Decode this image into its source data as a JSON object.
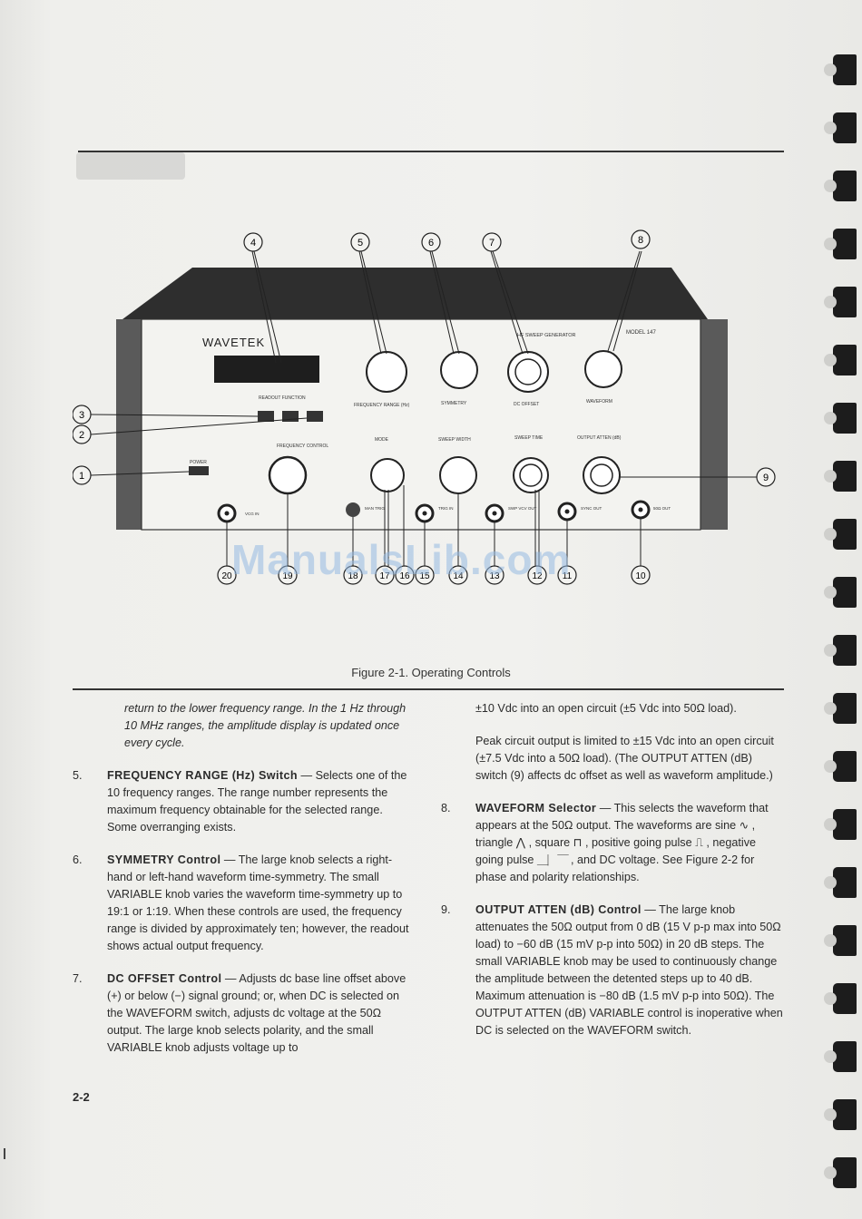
{
  "figure": {
    "caption": "Figure 2-1. Operating Controls",
    "brand": "WAVETEK",
    "model": "MODEL 147",
    "generator_title": "HF SWEEP GENERATOR",
    "callouts": [
      "4",
      "5",
      "6",
      "7",
      "8",
      "3",
      "2",
      "1",
      "9",
      "20",
      "19",
      "18",
      "17",
      "16",
      "15",
      "14",
      "13",
      "12",
      "11",
      "10"
    ],
    "labels": {
      "readout_function": "READOUT FUNCTION",
      "freq_range": "FREQUENCY RANGE (Hz)",
      "symmetry": "SYMMETRY",
      "dc_offset": "DC OFFSET",
      "waveform": "WAVEFORM",
      "freq_control": "FREQUENCY CONTROL",
      "mode": "MODE",
      "sweep_width": "SWEEP WIDTH",
      "sweep_time": "SWEEP TIME",
      "output_atten": "OUTPUT ATTEN (dB)",
      "power": "POWER",
      "vcg_in": "VCG IN",
      "man_trig": "MAN TRIG",
      "trig_in": "TRIG IN",
      "swp_vcv_out": "SWP VCV OUT",
      "sync_out": "SYNC OUT",
      "out_50": "50Ω OUT"
    }
  },
  "watermark": "ManualsLib.com",
  "left_column": {
    "intro": "return to the lower frequency range. In the 1 Hz through 10 MHz ranges, the amplitude display is updated once every cycle.",
    "items": [
      {
        "num": "5.",
        "head": "FREQUENCY RANGE (Hz) Switch",
        "text": " — Selects one of the 10 frequency ranges. The range number represents the maximum frequency obtainable for the selected range. Some overranging exists."
      },
      {
        "num": "6.",
        "head": "SYMMETRY Control",
        "text": " — The large knob selects a right-hand or left-hand waveform time-symmetry. The small VARIABLE knob varies the waveform time-symmetry up to 19:1 or 1:19. When these controls are used, the frequency range is divided by approximately ten; however, the readout shows actual output frequency."
      },
      {
        "num": "7.",
        "head": "DC OFFSET Control",
        "text": " — Adjusts dc base line offset above (+) or below (−) signal ground; or, when DC is selected on the WAVEFORM switch, adjusts dc voltage at the 50Ω output. The large knob selects polarity, and the small VARIABLE knob adjusts voltage up to"
      }
    ]
  },
  "right_column": {
    "cont1": "±10 Vdc into an open circuit (±5 Vdc into 50Ω load).",
    "cont2": "Peak circuit output is limited to ±15 Vdc into an open circuit (±7.5 Vdc into a 50Ω load). (The OUTPUT ATTEN (dB) switch (9) affects dc offset as well as waveform amplitude.)",
    "items": [
      {
        "num": "8.",
        "head": "WAVEFORM Selector",
        "text": " — This selects the waveform that appears at the 50Ω output. The waveforms are sine ∿ , triangle ⋀ , square ⊓ , positive going pulse ⎍ , negative going pulse ⎽⎸⎺ , and DC voltage. See Figure 2-2 for phase and polarity relationships."
      },
      {
        "num": "9.",
        "head": "OUTPUT ATTEN (dB) Control",
        "text": " — The large knob attenuates the 50Ω output from 0 dB (15 V p-p max into 50Ω load) to −60 dB (15 mV p-p into 50Ω) in 20 dB steps. The small VARIABLE knob may be used to continuously change the amplitude between the detented steps up to 40 dB. Maximum attenuation is −80 dB (1.5 mV p-p into 50Ω). The OUTPUT ATTEN (dB) VARIABLE control is inoperative when DC is selected on the WAVEFORM switch."
      }
    ]
  },
  "footer": {
    "page": "2-2"
  }
}
